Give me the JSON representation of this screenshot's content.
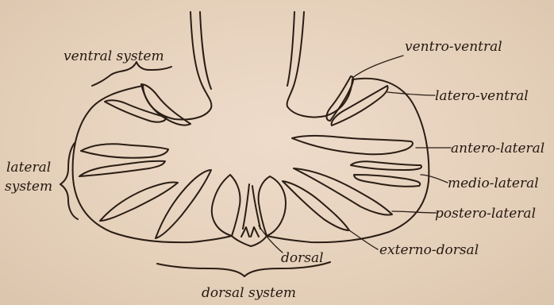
{
  "ink_color": "#2a1d14",
  "paper_color": "#e8d5c0",
  "labels": {
    "ventral_system": "ventral system",
    "lateral": "lateral",
    "system": "system",
    "dorsal": "dorsal",
    "dorsal_system": "dorsal system",
    "ventro_ventral": "ventro-ventral",
    "latero_ventral": "latero-ventral",
    "antero_lateral": "antero-lateral",
    "medio_lateral": "medio-lateral",
    "postero_lateral": "postero-lateral",
    "externo_dorsal": "externo-dorsal"
  }
}
